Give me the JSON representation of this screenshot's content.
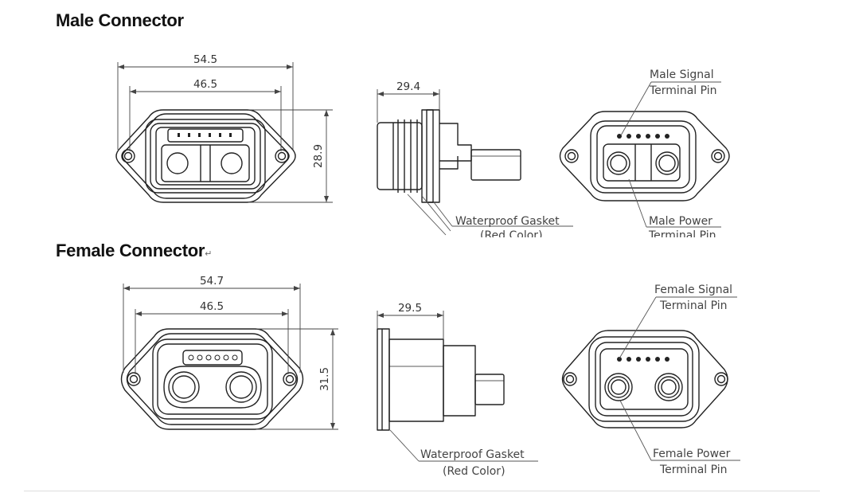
{
  "sections": [
    {
      "title": "Male Connector",
      "title_suffix": "",
      "dims": {
        "width_outer": "54.5",
        "width_inner": "46.5",
        "height": "28.9",
        "depth": "29.4"
      },
      "callouts": {
        "signal_line1": "Male Signal",
        "signal_line2": "Terminal Pin",
        "gasket_line1": "Waterproof Gasket",
        "gasket_line2": "(Red Color)",
        "power_line1": "Male Power",
        "power_line2": "Terminal Pin"
      }
    },
    {
      "title": "Female Connector",
      "title_suffix": "↵",
      "dims": {
        "width_outer": "54.7",
        "width_inner": "46.5",
        "height": "31.5",
        "depth": "29.5"
      },
      "callouts": {
        "signal_line1": "Female Signal",
        "signal_line2": "Terminal Pin",
        "gasket_line1": "Waterproof Gasket",
        "gasket_line2": "(Red Color)",
        "power_line1": "Female Power",
        "power_line2": "Terminal Pin"
      }
    }
  ]
}
